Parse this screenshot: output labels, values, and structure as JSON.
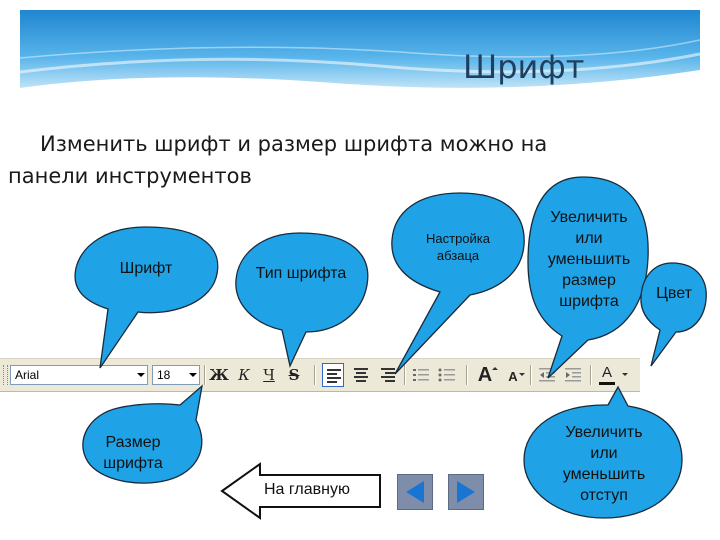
{
  "slide": {
    "title": "Шрифт",
    "body_line1": "Изменить шрифт и размер шрифта можно на",
    "body_line2": "панели инструментов"
  },
  "callouts": {
    "font": "Шрифт",
    "font_type": "Тип шрифта",
    "paragraph": [
      "Настройка",
      "абзаца"
    ],
    "grow_size": [
      "Увеличить",
      "или",
      "уменьшить",
      "размер",
      "шрифта"
    ],
    "color": "Цвет",
    "size": [
      "Размер",
      "шрифта"
    ],
    "indent": [
      "Увеличить",
      "или",
      "уменьшить",
      "отступ"
    ]
  },
  "toolbar": {
    "font_name": "Arial",
    "font_size": "18",
    "bold": "Ж",
    "italic": "К",
    "underline": "Ч",
    "strike": "S",
    "grow_font": "A",
    "shrink_font": "A",
    "font_color": "A"
  },
  "nav": {
    "home_label": "На главную"
  },
  "colors": {
    "bubble": "#1fa2e6",
    "header_wave": "#2f8fd6",
    "toolbar": "#ece9d8",
    "nav_button": "#7e8eaa",
    "nav_arrow": "#1876d2",
    "font_color_bar": "#111111"
  }
}
